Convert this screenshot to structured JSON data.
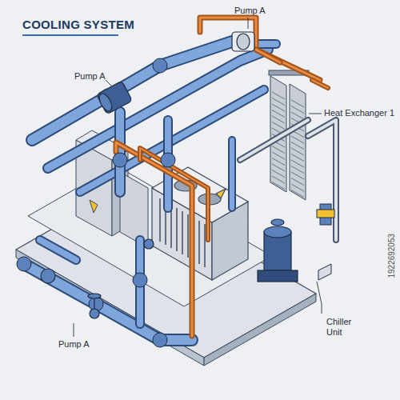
{
  "diagram": {
    "title": "COOLING SYSTEM",
    "labels": [
      "Pump A",
      "Pump A",
      "Heat Exchanger 1",
      "Chiller Unit",
      "Pump A",
      "1922692053"
    ]
  }
}
